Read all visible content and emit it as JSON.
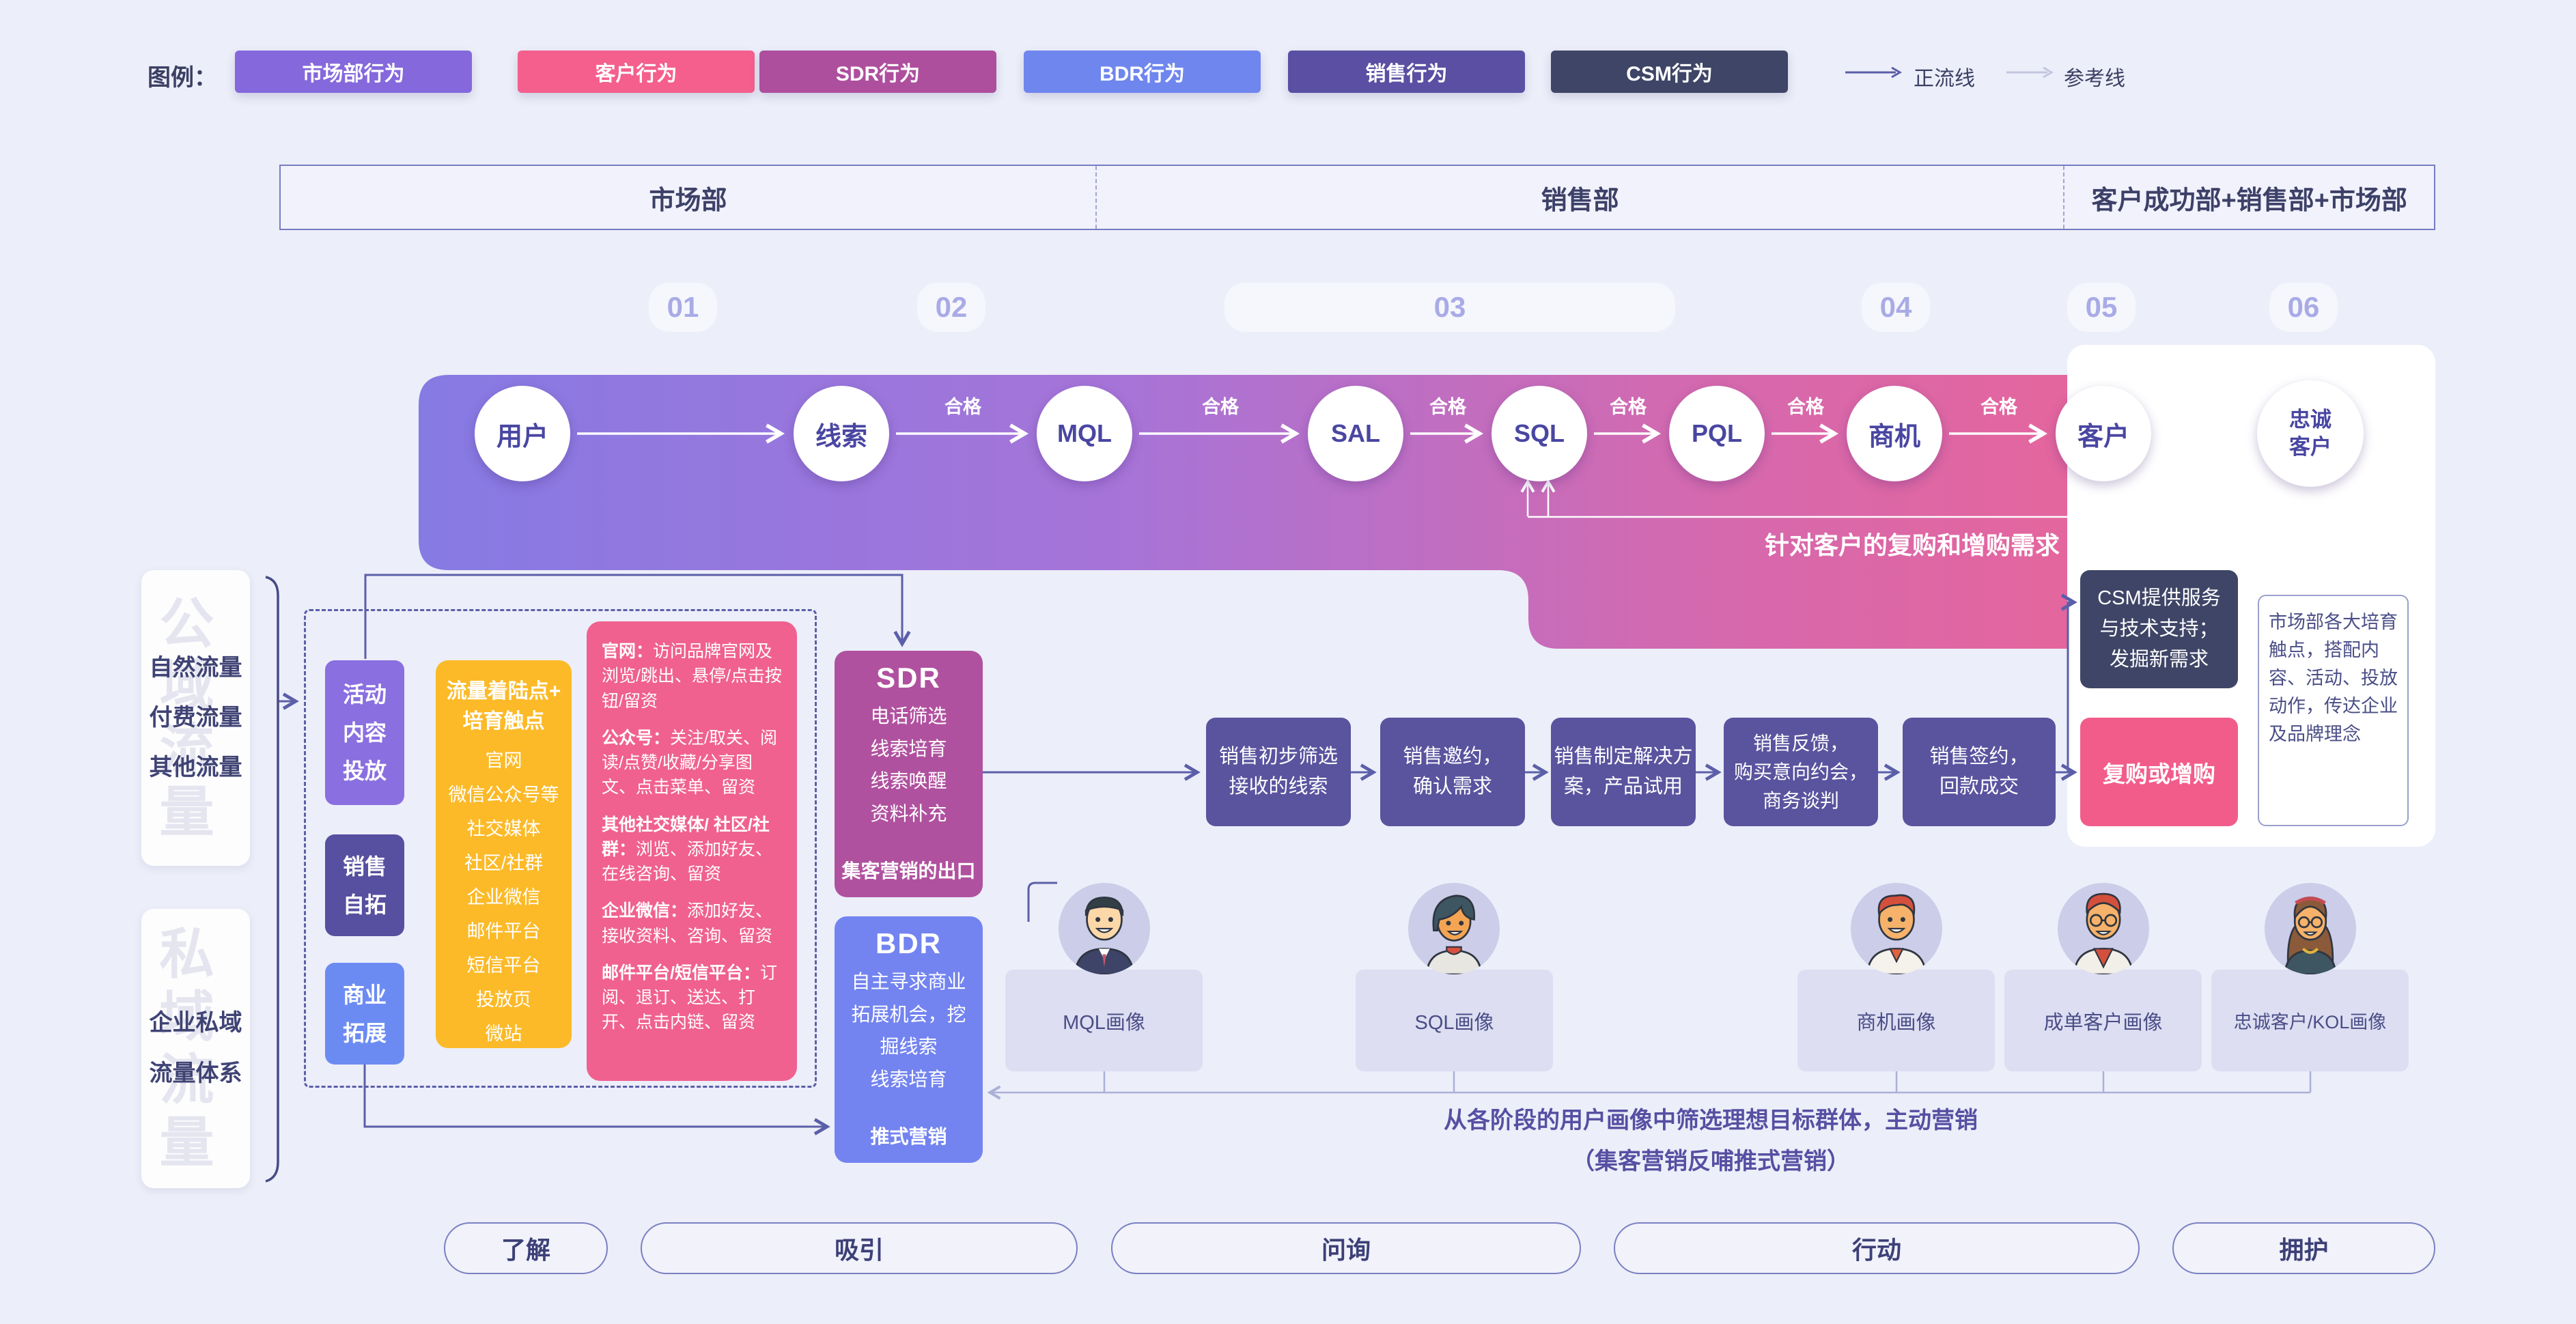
{
  "legend": {
    "title": "图例：",
    "items": [
      {
        "label": "市场部行为",
        "color": "#8468dc"
      },
      {
        "label": "客户行为",
        "color": "#f45f8d"
      },
      {
        "label": "SDR行为",
        "color": "#ae4f9e"
      },
      {
        "label": "BDR行为",
        "color": "#6f86ee"
      },
      {
        "label": "销售行为",
        "color": "#5a4fa2"
      },
      {
        "label": "CSM行为",
        "color": "#3e4566"
      }
    ],
    "flow_lines": [
      {
        "label": "正流线",
        "color": "#5b5fa8"
      },
      {
        "label": "参考线",
        "color": "#c3c6de"
      }
    ]
  },
  "departments": {
    "items": [
      "市场部",
      "销售部",
      "客户成功部+销售部+市场部"
    ]
  },
  "stages": {
    "items": [
      "01",
      "02",
      "03",
      "04",
      "05",
      "06"
    ]
  },
  "funnel": {
    "nodes": [
      "用户",
      "线索",
      "MQL",
      "SAL",
      "SQL",
      "PQL",
      "商机",
      "客户",
      "忠诚\n客户"
    ],
    "qualified_label": "合格",
    "repurchase_note": "针对客户的复购和增购需求",
    "band_gradient": [
      "#867ae3",
      "#a674d8",
      "#d569ae",
      "#f2628f"
    ]
  },
  "traffic": {
    "public": {
      "watermark": "公域\n流量",
      "lines": "自然流量\n付费流量\n其他流量"
    },
    "private": {
      "watermark": "私域\n流量",
      "lines": "企业私域\n流量体系"
    }
  },
  "marketing": {
    "activity_box": "活动\n内容\n投放",
    "sales_self_box": "销售\n自拓",
    "business_box": "商业\n拓展",
    "landing_box": {
      "title": "流量着陆点+\n培育触点",
      "items": "官网\n微信公众号等\n社交媒体\n社区/社群\n企业微信\n邮件平台\n短信平台\n投放页\n微站"
    },
    "touchpoint_behaviors": [
      {
        "head": "官网：",
        "body": "访问品牌官网及浏览/跳出、悬停/点击按钮/留资"
      },
      {
        "head": "公众号：",
        "body": "关注/取关、阅读/点赞/收藏/分享图文、点击菜单、留资"
      },
      {
        "head": "其他社交媒体/ 社区/社群：",
        "body": "浏览、添加好友、在线咨询、留资"
      },
      {
        "head": "企业微信：",
        "body": "添加好友、接收资料、咨询、留资"
      },
      {
        "head": "邮件平台/短信平台：",
        "body": "订阅、退订、送达、打开、点击内链、留资"
      }
    ]
  },
  "sdr": {
    "title": "SDR",
    "lines": "电话筛选\n线索培育\n线索唤醒\n资料补充",
    "footer": "集客营销的出口"
  },
  "bdr": {
    "title": "BDR",
    "lines": "自主寻求商业拓展机会，挖掘线索\n线索培育",
    "footer": "推式营销"
  },
  "sales": {
    "steps": [
      "销售初步筛选\n接收的线索",
      "销售邀约，\n确认需求",
      "销售制定解决方\n案，产品试用",
      "销售反馈，\n购买意向约会，\n商务谈判",
      "销售签约，\n回款成交"
    ]
  },
  "csm": {
    "service_box": "CSM提供服务\n与技术支持；\n发掘新需求",
    "repurchase_box": "复购或增购",
    "marketing_note": "市场部各大培育触点，搭配内容、活动、投放动作，传达企业及品牌理念"
  },
  "personas": {
    "cards": [
      {
        "label": "MQL画像",
        "avatar": "male-suit-avatar"
      },
      {
        "label": "SQL画像",
        "avatar": "female-darkhair-avatar"
      },
      {
        "label": "商机画像",
        "avatar": "male-redhair-avatar"
      },
      {
        "label": "成单客户画像",
        "avatar": "male-glasses-avatar"
      },
      {
        "label": "忠诚客户/KOL画像",
        "avatar": "female-glasses-avatar"
      }
    ],
    "note": "从各阶段的用户画像中筛选理想目标群体，主动营销\n（集客营销反哺推式营销）"
  },
  "journey": {
    "items": [
      "了解",
      "吸引",
      "问询",
      "行动",
      "拥护"
    ]
  }
}
